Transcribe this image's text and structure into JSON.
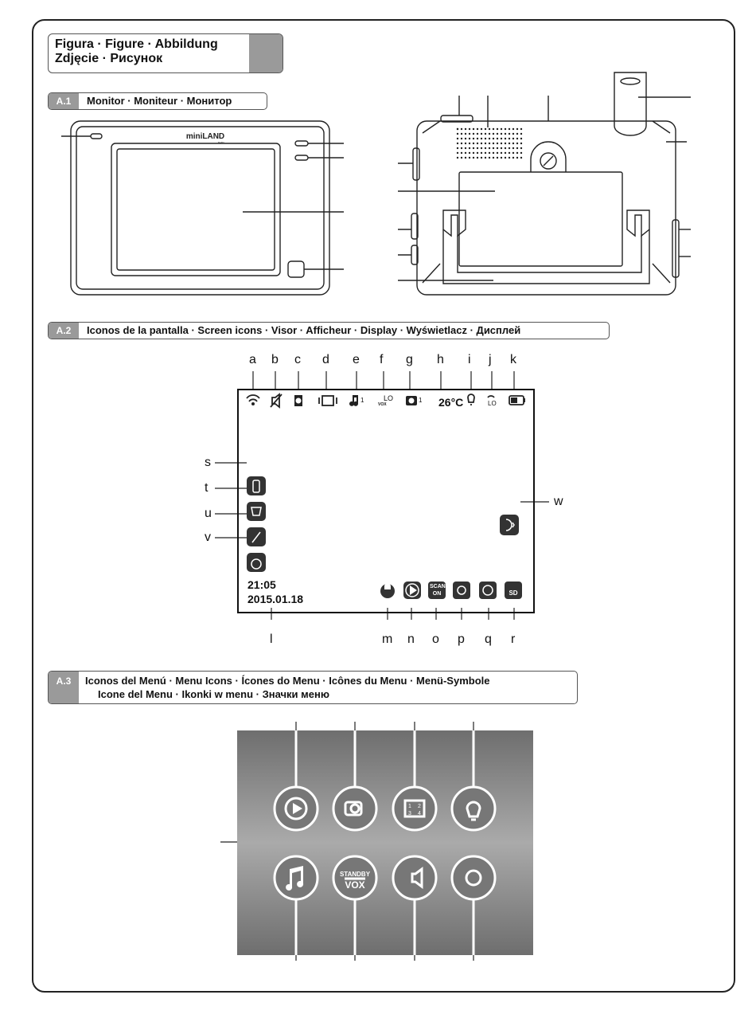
{
  "figure_title": {
    "line1": "Figura · Figure · Abbildung",
    "line2": "Zdjęcie · Рисунок"
  },
  "sections": {
    "a1": {
      "tag": "A.1",
      "text": "Monitor · Moniteur · Монитор"
    },
    "a2": {
      "tag": "A.2",
      "text": "Iconos de la pantalla · Screen icons · Visor · Afficheur · Display · Wyświetlacz · Дисплей"
    },
    "a3": {
      "tag": "A.3",
      "line1": "Iconos del Menú · Menu Icons · Ícones do Menu · Icônes du Menu · Menü-Symbole",
      "line2": "Icone del Menu · Ikonki w menu · Значки меню"
    }
  },
  "monitor": {
    "brand": "miniLAND",
    "brand_sub": "BABY"
  },
  "screen": {
    "top_letters": [
      "a",
      "b",
      "c",
      "d",
      "e",
      "f",
      "g",
      "h",
      "i",
      "j",
      "k"
    ],
    "temperature": "26°C",
    "music_sub": "1",
    "vox_level": "LO",
    "vox_label": "VOX",
    "cam_sub": "1",
    "signal_level": "LO",
    "side_letters": [
      "s",
      "t",
      "u",
      "v"
    ],
    "right_letter": "w",
    "time": "21:05",
    "date": "2015.01.18",
    "bottom_letters": [
      "l",
      "m",
      "n",
      "o",
      "p",
      "q",
      "r"
    ],
    "scan_top": "SCAN",
    "scan_bottom": "ON",
    "sd_label": "SD"
  },
  "menu": {
    "standby_top": "STANDBY",
    "standby_bottom": "VOX",
    "split_labels": [
      "1",
      "2",
      "3",
      "4"
    ]
  },
  "colors": {
    "frame": "#222222",
    "section_tag": "#9a9a9a",
    "icon_fill": "#222222",
    "menu_dark": "#6e6e6e",
    "menu_light": "#aaaaaa"
  }
}
